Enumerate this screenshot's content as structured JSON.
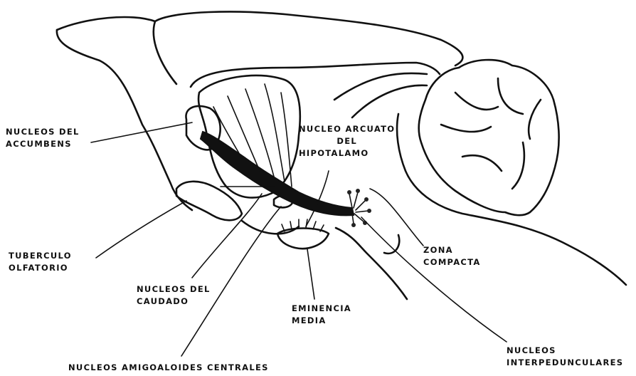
{
  "labels": {
    "accumbens": [
      "NUCLEOS DEL",
      "ACCUMBENS"
    ],
    "arcuato": [
      "NUCLEO ARCUATO",
      "DEL",
      "HIPOTALAMO"
    ],
    "tuberculo": [
      "TUBERCULO",
      "OLFATORIO"
    ],
    "caudado": [
      "NUCLEOS DEL",
      "CAUDADO"
    ],
    "eminencia": [
      "EMINENCIA",
      "MEDIA"
    ],
    "zona": [
      "ZONA",
      "COMPACTA"
    ],
    "interpedunculares": [
      "NUCLEOS",
      "INTERPEDUNCULARES"
    ],
    "amigdaloides": [
      "NUCLEOS AMIGOALOIDES CENTRALES"
    ]
  },
  "colors": {
    "ink": "#111111",
    "background": "#ffffff"
  }
}
